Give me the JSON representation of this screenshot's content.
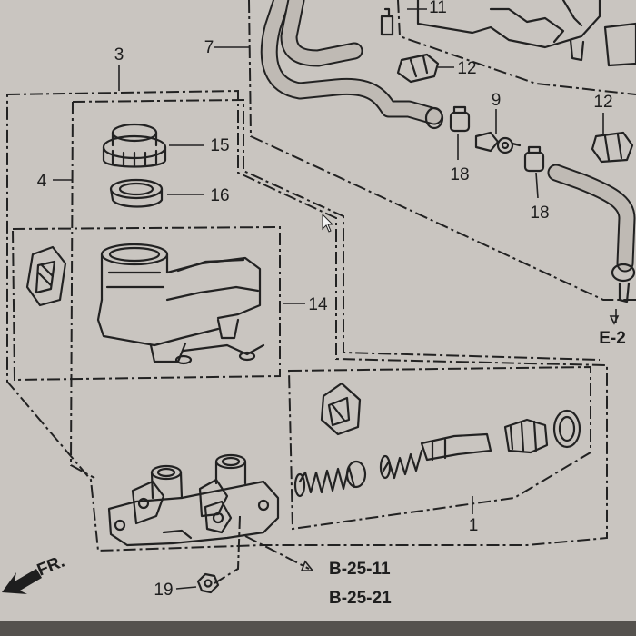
{
  "callouts": {
    "c1": "1",
    "c3": "3",
    "c4": "4",
    "c7": "7",
    "c9": "9",
    "c11": "11",
    "c12a": "12",
    "c12b": "12",
    "c14": "14",
    "c15": "15",
    "c16": "16",
    "c18a": "18",
    "c18b": "18",
    "c19": "19"
  },
  "refs": {
    "e2": "E-2",
    "b2511": "B-25-11",
    "b2521": "B-25-21",
    "front": "FR."
  },
  "colors": {
    "background": "#c9c5c0",
    "ink": "#222222"
  },
  "icons": [
    "front-arrow-icon",
    "mouse-cursor-icon"
  ]
}
